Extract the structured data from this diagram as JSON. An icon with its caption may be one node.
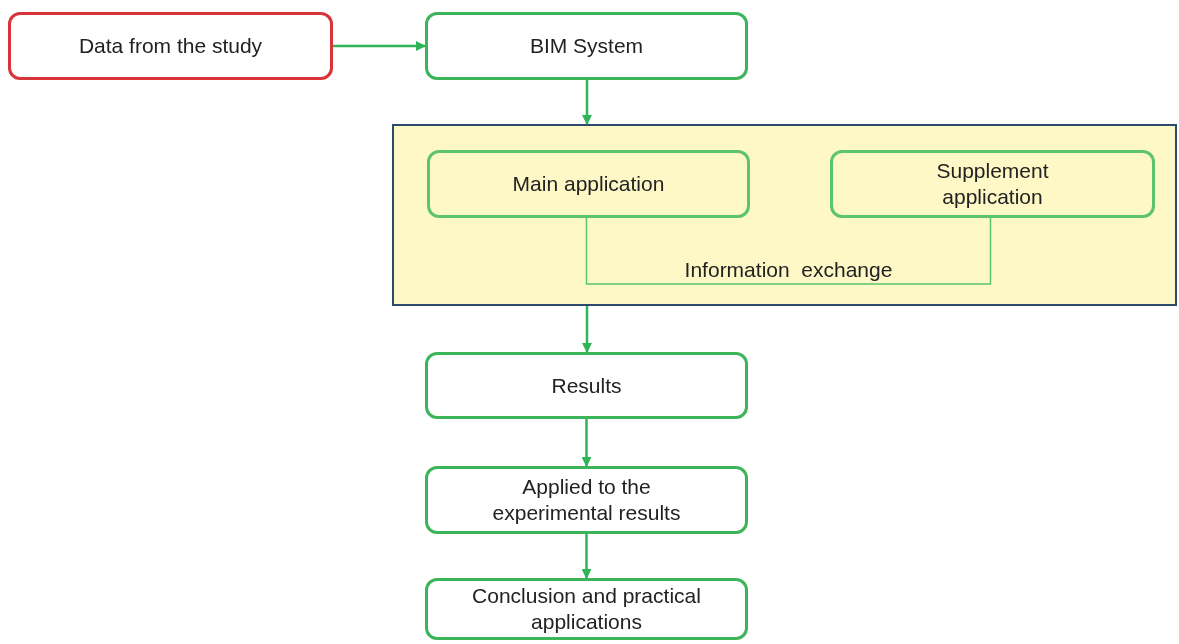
{
  "diagram": {
    "nodes": [
      {
        "text": [
          "Data from the study"
        ]
      },
      {
        "text": [
          "BIM  System"
        ]
      },
      {
        "text": [],
        "shape": "box"
      },
      {
        "text": [
          "Main application"
        ],
        "in": 2
      },
      {
        "text": [
          "Supplement application"
        ],
        "in": 2
      },
      {
        "text": [
          "Results"
        ]
      },
      {
        "text": [
          "Applied to the experimental results"
        ]
      },
      {
        "text": [
          "Conclusion and practical applications"
        ]
      }
    ],
    "edges": [
      {
        "from": 0,
        "to": 1,
        "arrow": "to"
      },
      {
        "from": 1,
        "to": 2,
        "arrow": "to"
      },
      {
        "from": 3,
        "to": 4,
        "arrow": "none",
        "label": "Information  exchange"
      },
      {
        "from": 2,
        "to": 5,
        "arrow": "to"
      },
      {
        "from": 5,
        "to": 6,
        "arrow": "to"
      },
      {
        "from": 6,
        "to": 7,
        "arrow": "to"
      }
    ]
  }
}
